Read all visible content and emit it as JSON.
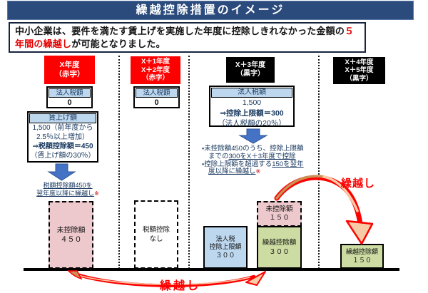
{
  "title": "繰越控除措置のイメージ",
  "intro": {
    "line1": "中小企業は、要件を満たす賃上げを実施した年度に控除しきれなかった金額",
    "line2_pre": "の",
    "line2_em": "５年間の繰越し",
    "line2_post": "が可能となりました。"
  },
  "columns": [
    {
      "header": {
        "lines": [
          "X年度",
          "（赤字）"
        ]
      },
      "tax": {
        "label": "法人税額",
        "value": "0"
      },
      "wage": {
        "label": "賃上げ額",
        "line1": "1,500（前年度から",
        "line2": "2.5％以上増加）",
        "line3": "⇒税額控除額＝450",
        "line4": "（賃上げ額の30％）"
      },
      "note": {
        "line1": "税額控除額450を",
        "line2": "翌年度以降に繰越し",
        "mark": "※"
      },
      "bar": {
        "line1": "未控除額",
        "line2": "４５０"
      }
    },
    {
      "header": {
        "lines": [
          "X＋1年度",
          "X＋2年度",
          "（赤字）"
        ]
      },
      "tax": {
        "label": "法人税額",
        "value": "0"
      },
      "bar": {
        "line1": "税額控除",
        "line2": "なし"
      }
    },
    {
      "header": {
        "lines": [
          "X＋3年度",
          "（黒字）"
        ]
      },
      "tax": {
        "label": "法人税額",
        "line1": "1,500",
        "line2": "⇒控除上限額＝300",
        "line3": "（法人税額の20％）"
      },
      "bullets": {
        "b1": "・未控除額450のうち、控除上限額",
        "b2_pre": "までの",
        "b2_u": "300をX＋3年度で控除",
        "b3_pre": "・控除上限額を超過する",
        "b3_u": "150を翌年",
        "b4_u": "度以降に繰越し",
        "b4_mark": "※"
      },
      "bar_limit": {
        "line1": "法人税",
        "line2": "控除上限額",
        "line3": "３００"
      },
      "bar_undeducted": {
        "line1": "未控除額",
        "line2": "１５０"
      },
      "bar_carry": {
        "line1": "繰越控除額",
        "line2": "３００"
      }
    },
    {
      "header": {
        "lines": [
          "X＋4年度",
          "X＋5年度",
          "（黒字）"
        ]
      },
      "bar": {
        "line1": "繰越控除額",
        "line2": "１５０"
      }
    }
  ],
  "labels": {
    "carryover_top": "繰越し",
    "carryover_bottom": "繰越し"
  },
  "colors": {
    "banner": "#2B4B7D",
    "deficit_red": "#FF0000",
    "surplus_black": "#000000",
    "highlight_red": "#E60000",
    "light_blue": "#BDD7EE",
    "pink": "#EDC8CC",
    "green": "#CDDCA2",
    "navy_text": "#17375E"
  }
}
